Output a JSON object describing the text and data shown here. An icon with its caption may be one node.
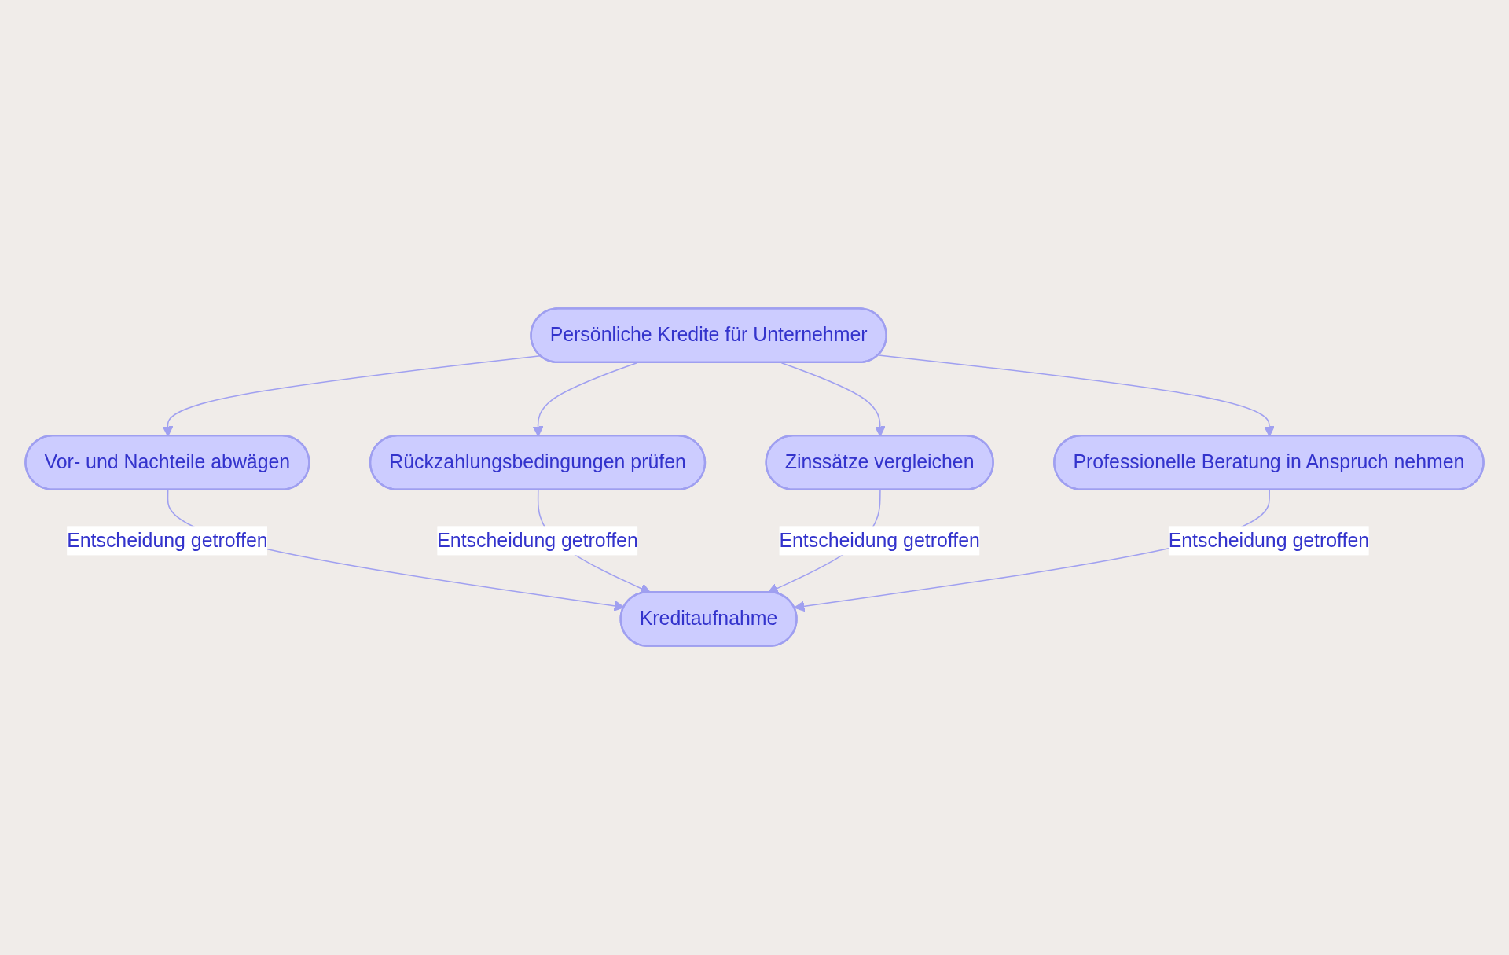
{
  "diagram": {
    "nodes": [
      {
        "text": [
          "Persönliche Kredite für Unternehmer"
        ]
      },
      {
        "text": [
          "Vor- und Nachteile abwägen"
        ]
      },
      {
        "text": [
          "Rückzahlungsbedingungen prüfen"
        ]
      },
      {
        "text": [
          "Zinssätze vergleichen"
        ]
      },
      {
        "text": [
          "Professionelle Beratung in Anspruch nehmen"
        ]
      },
      {
        "text": [
          "Kreditaufnahme"
        ]
      }
    ],
    "edges": [
      {
        "from": 0,
        "to": 1,
        "arrow": "to"
      },
      {
        "from": 0,
        "to": 2,
        "arrow": "to"
      },
      {
        "from": 0,
        "to": 3,
        "arrow": "to"
      },
      {
        "from": 0,
        "to": 4,
        "arrow": "to"
      },
      {
        "from": 1,
        "to": 5,
        "arrow": "to",
        "label": "Entscheidung getroffen"
      },
      {
        "from": 2,
        "to": 5,
        "arrow": "to",
        "label": "Entscheidung getroffen"
      },
      {
        "from": 3,
        "to": 5,
        "arrow": "to",
        "label": "Entscheidung getroffen"
      },
      {
        "from": 4,
        "to": 5,
        "arrow": "to",
        "label": "Entscheidung getroffen"
      }
    ]
  }
}
